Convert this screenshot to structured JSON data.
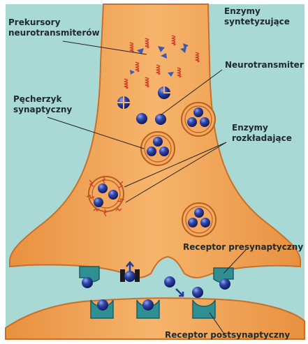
{
  "labels": {
    "precursors": [
      "Prekursory",
      "neurotransmiterów"
    ],
    "synth_enzymes": [
      "Enzymy",
      "syntetyzujące"
    ],
    "neurotransmitter": "Neurotransmiter",
    "vesicle": [
      "Pęcherzyk",
      "synaptyczny"
    ],
    "degrading_enzymes": [
      "Enzymy",
      "rozkładające"
    ],
    "presynaptic_receptor": "Receptor presynaptyczny",
    "postsynaptic_receptor": "Receptor postsynaptyczny"
  },
  "colors": {
    "background": "#a9d9d4",
    "terminal": "#f0a658",
    "terminal_edge": "#c8702a",
    "molecule": "#263a9a",
    "receptor": "#2f8f93",
    "enzyme": "#d43a2a",
    "precursor": "#3a5ab8"
  }
}
